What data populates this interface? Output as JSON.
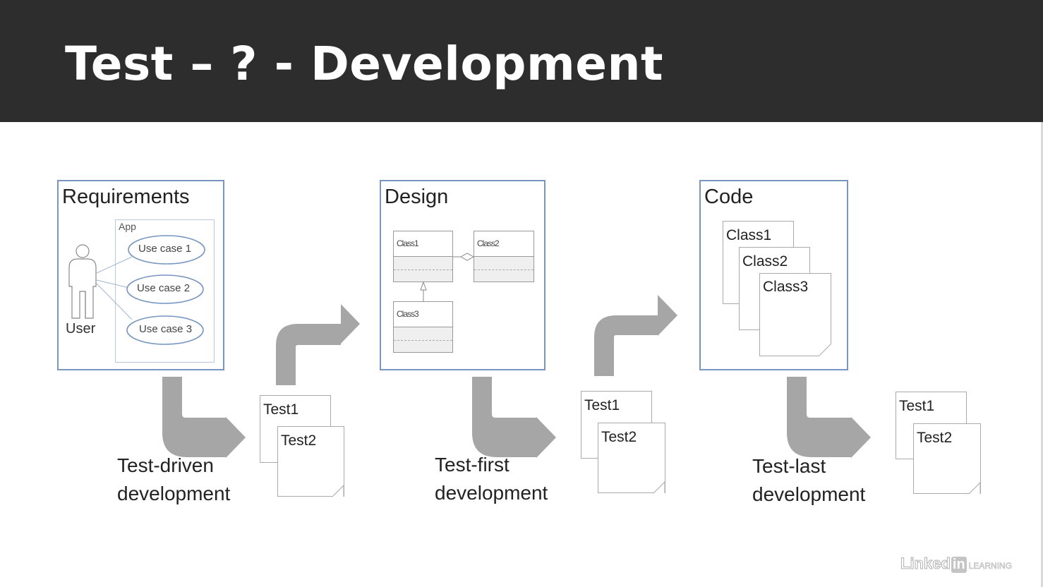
{
  "slide": {
    "title": "Test – ? - Development"
  },
  "requirements": {
    "title": "Requirements",
    "app_label": "App",
    "user_label": "User",
    "use_cases": [
      "Use case 1",
      "Use case 2",
      "Use case 3"
    ]
  },
  "design": {
    "title": "Design",
    "classes": [
      "Class1",
      "Class2",
      "Class3"
    ]
  },
  "code": {
    "title": "Code",
    "classes": [
      "Class1",
      "Class2",
      "Class3"
    ]
  },
  "tests": {
    "t1": "Test1",
    "t2": "Test2"
  },
  "labels": {
    "tdd": [
      "Test-driven",
      "development"
    ],
    "tfd": [
      "Test-first",
      "development"
    ],
    "tld": [
      "Test-last",
      "development"
    ]
  },
  "footer": {
    "brand_left": "Linked",
    "brand_in": "in",
    "brand_right": "LEARNING"
  },
  "colors": {
    "title_bar": "#2d2d2d",
    "panel_border": "#7896c1",
    "arrow": "#a6a6a6"
  }
}
